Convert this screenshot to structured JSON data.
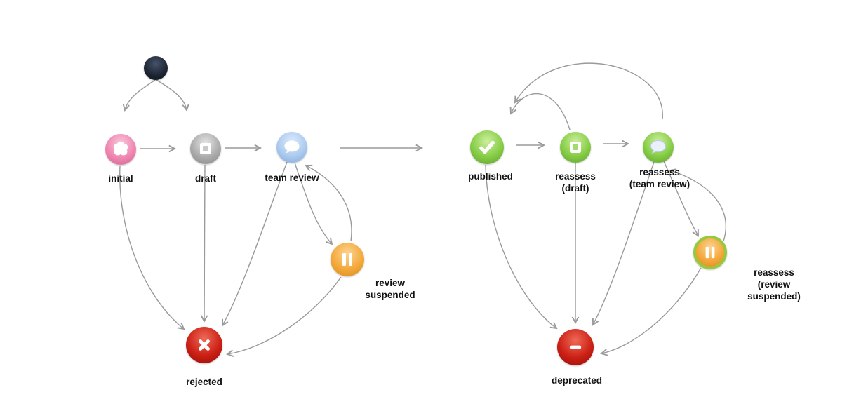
{
  "diagram": {
    "type": "state-diagram",
    "background": "#ffffff",
    "arrow_color": "#9a9a9a",
    "nodes": {
      "start": {
        "label": "",
        "icon": "filled-circle",
        "color": "#1c2431"
      },
      "initial": {
        "label": "initial",
        "icon": "cloud-icon",
        "color": "#ef86b1"
      },
      "draft": {
        "label": "draft",
        "icon": "square-icon",
        "color": "#ababab"
      },
      "team_review": {
        "label": "team review",
        "icon": "speech-bubble-icon",
        "color": "#accbef"
      },
      "review_suspended": {
        "label": "review\nsuspended",
        "icon": "pause-icon",
        "color": "#f4a93c"
      },
      "rejected": {
        "label": "rejected",
        "icon": "cross-icon",
        "color": "#cc2015"
      },
      "published": {
        "label": "published",
        "icon": "check-icon",
        "color": "#86cd45"
      },
      "reassess_draft": {
        "label": "reassess\n(draft)",
        "icon": "square-icon",
        "color": "#86cd45"
      },
      "reassess_team_review": {
        "label": "reassess\n(team review)",
        "icon": "speech-bubble-icon",
        "color": "#86cd45"
      },
      "reassess_review_suspended": {
        "label": "reassess\n(review suspended)",
        "icon": "pause-icon",
        "color": "#f4a93c",
        "ring_color": "#97c83e"
      },
      "deprecated": {
        "label": "deprecated",
        "icon": "minus-icon",
        "color": "#cc2015"
      }
    },
    "edges": [
      {
        "from": "start",
        "to": "initial"
      },
      {
        "from": "start",
        "to": "draft"
      },
      {
        "from": "initial",
        "to": "draft"
      },
      {
        "from": "draft",
        "to": "team_review"
      },
      {
        "from": "team_review",
        "to": "published"
      },
      {
        "from": "published",
        "to": "reassess_draft"
      },
      {
        "from": "reassess_draft",
        "to": "reassess_team_review"
      },
      {
        "from": "reassess_draft",
        "to": "published"
      },
      {
        "from": "reassess_team_review",
        "to": "published"
      },
      {
        "from": "team_review",
        "to": "review_suspended"
      },
      {
        "from": "review_suspended",
        "to": "team_review"
      },
      {
        "from": "initial",
        "to": "rejected"
      },
      {
        "from": "draft",
        "to": "rejected"
      },
      {
        "from": "team_review",
        "to": "rejected"
      },
      {
        "from": "review_suspended",
        "to": "rejected"
      },
      {
        "from": "published",
        "to": "deprecated"
      },
      {
        "from": "reassess_draft",
        "to": "deprecated"
      },
      {
        "from": "reassess_team_review",
        "to": "deprecated"
      },
      {
        "from": "reassess_team_review",
        "to": "reassess_review_suspended"
      },
      {
        "from": "reassess_review_suspended",
        "to": "reassess_team_review"
      },
      {
        "from": "reassess_review_suspended",
        "to": "deprecated"
      }
    ]
  }
}
